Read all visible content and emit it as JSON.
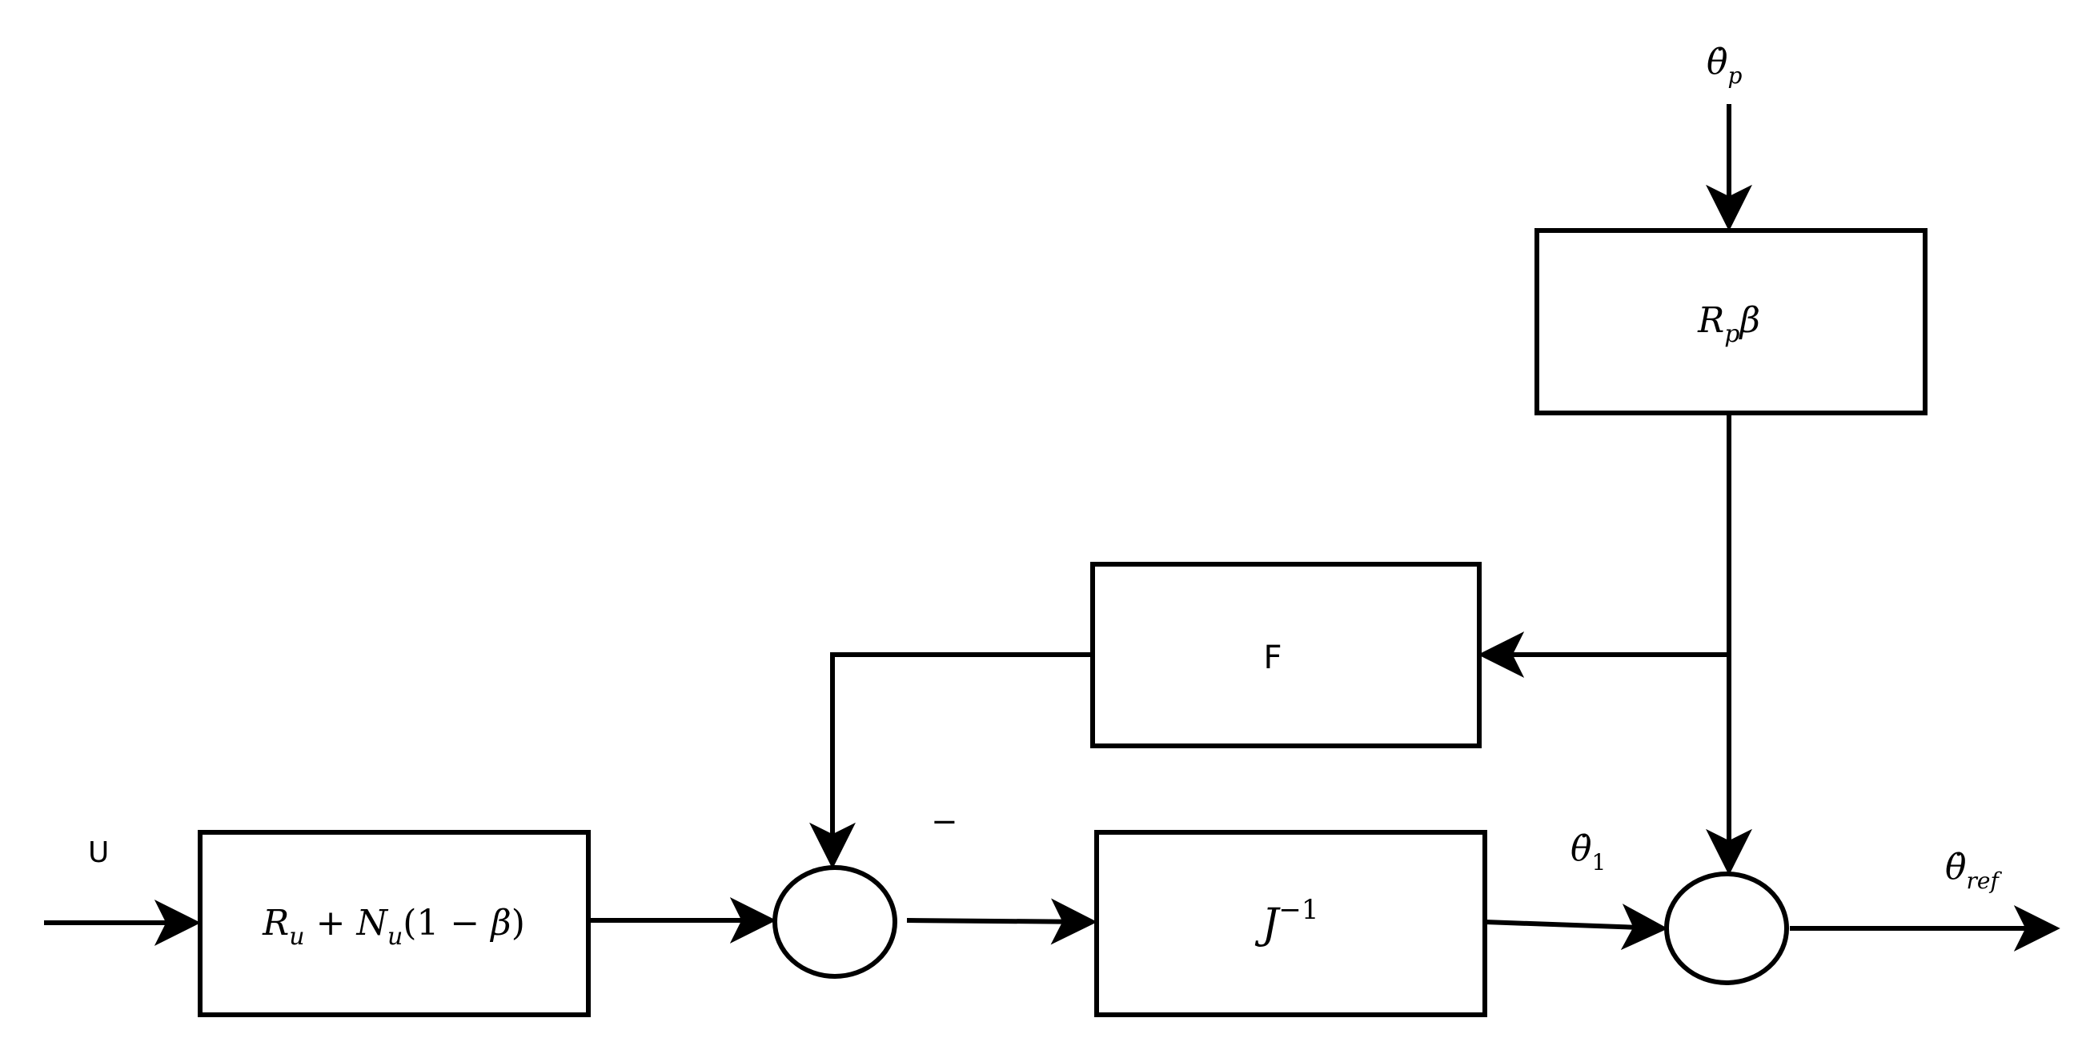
{
  "diagram": {
    "blocks": {
      "input_gain": {
        "R": "R",
        "u1": "u",
        "plus": " + ",
        "N": "N",
        "u2": "u",
        "paren": "(1 − ",
        "beta": "β",
        "close": ")"
      },
      "inverse_jacobian": {
        "J": "J",
        "exp": "−1"
      },
      "feedback": {
        "label": "F"
      },
      "passive_gain": {
        "R": "R",
        "p": "p",
        "beta": "β"
      }
    },
    "signals": {
      "input": "U",
      "minus_sign": "−",
      "theta_dot_p": {
        "theta": "θ̇",
        "sub": "p"
      },
      "theta_dot_1": {
        "theta": "θ̇",
        "sub": "1"
      },
      "theta_dot_ref": {
        "theta": "θ̇",
        "sub": "ref"
      }
    }
  }
}
